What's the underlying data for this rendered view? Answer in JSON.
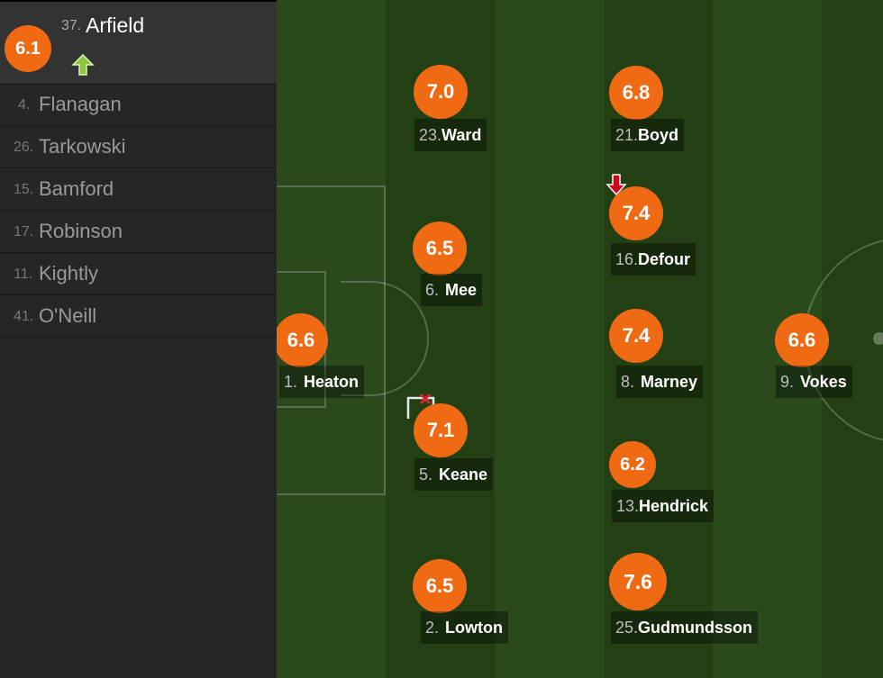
{
  "substitute_top": {
    "rating": "6.1",
    "number": "37.",
    "name": "Arfield"
  },
  "bench": [
    {
      "number": "4.",
      "name": "Flanagan"
    },
    {
      "number": "26.",
      "name": "Tarkowski"
    },
    {
      "number": "15.",
      "name": "Bamford"
    },
    {
      "number": "17.",
      "name": "Robinson"
    },
    {
      "number": "11.",
      "name": "Kightly"
    },
    {
      "number": "41.",
      "name": "O'Neill"
    }
  ],
  "players": {
    "heaton": {
      "rating": "6.6",
      "number": "1.",
      "name": "Heaton"
    },
    "ward": {
      "rating": "7.0",
      "number": "23.",
      "name": "Ward"
    },
    "mee": {
      "rating": "6.5",
      "number": "6.",
      "name": "Mee"
    },
    "keane": {
      "rating": "7.1",
      "number": "5.",
      "name": "Keane"
    },
    "lowton": {
      "rating": "6.5",
      "number": "2.",
      "name": "Lowton"
    },
    "boyd": {
      "rating": "6.8",
      "number": "21.",
      "name": "Boyd"
    },
    "defour": {
      "rating": "7.4",
      "number": "16.",
      "name": "Defour"
    },
    "marney": {
      "rating": "7.4",
      "number": "8.",
      "name": "Marney"
    },
    "hendrick": {
      "rating": "6.2",
      "number": "13.",
      "name": "Hendrick"
    },
    "gudmundsson": {
      "rating": "7.6",
      "number": "25.",
      "name": "Gudmundsson"
    },
    "vokes": {
      "rating": "6.6",
      "number": "9.",
      "name": "Vokes"
    }
  },
  "colors": {
    "rating_badge": "#f06a14",
    "sub_in_arrow": "#8cc63f",
    "sub_out_arrow": "#d0021b",
    "pitch_light": "#2a4a1c",
    "pitch_dark": "#234015"
  },
  "icons": {
    "sub_in": "arrow-up-icon",
    "sub_out": "arrow-down-icon",
    "missed_chance": "goal-miss-icon"
  }
}
